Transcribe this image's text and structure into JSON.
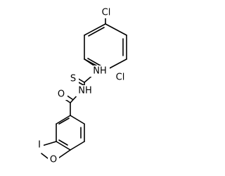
{
  "molecule": {
    "atoms": {
      "cl_top": "Cl",
      "cl_ortho": "Cl",
      "nh_upper": "NH",
      "s": "S",
      "nh_lower": "NH",
      "o_carbonyl": "O",
      "i": "I",
      "o_methoxy": "O"
    }
  },
  "colors": {
    "bond": "#000000",
    "label": "#000000",
    "background": "#ffffff"
  }
}
